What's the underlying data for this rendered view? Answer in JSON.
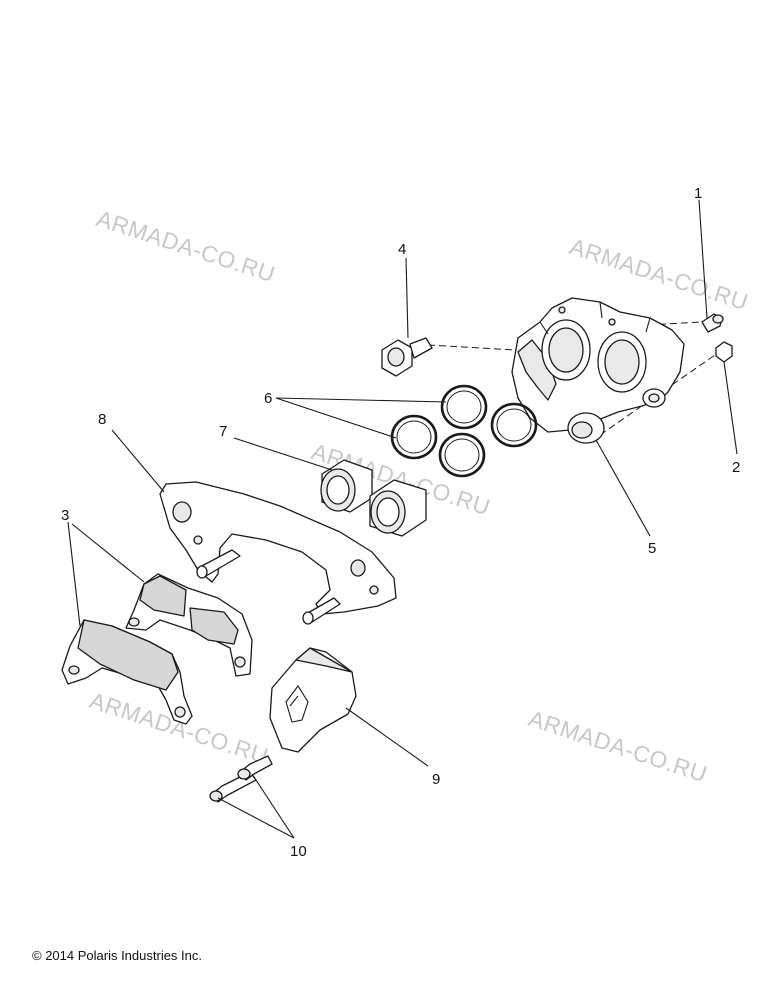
{
  "diagram": {
    "callouts": [
      {
        "id": "1",
        "label": "1"
      },
      {
        "id": "2",
        "label": "2"
      },
      {
        "id": "3",
        "label": "3"
      },
      {
        "id": "4",
        "label": "4"
      },
      {
        "id": "5",
        "label": "5"
      },
      {
        "id": "6",
        "label": "6"
      },
      {
        "id": "7",
        "label": "7"
      },
      {
        "id": "8",
        "label": "8"
      },
      {
        "id": "9",
        "label": "9"
      },
      {
        "id": "10",
        "label": "10"
      }
    ],
    "watermark": "ARMADA-CO.RU"
  },
  "footer": {
    "copyright": "© 2014 Polaris Industries Inc."
  }
}
